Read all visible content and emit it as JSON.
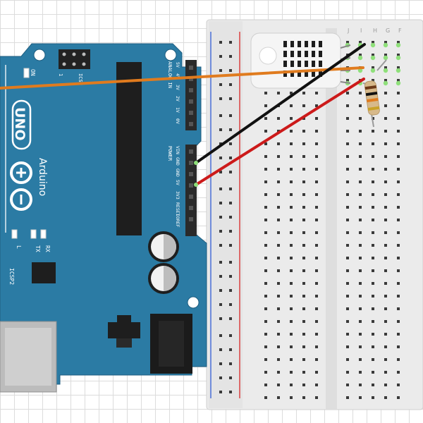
{
  "board": {
    "model_label": "UNO",
    "brand_label": "Arduino",
    "on_label": "ON",
    "icsp_label": "ICSP",
    "icsp2_label": "ICSP2",
    "l_label": "L",
    "tx_label": "TX",
    "rx_label": "RX",
    "power_header": "POWER",
    "analog_header": "ANALOG IN",
    "analog_pins": [
      "5V",
      "4V",
      "3V",
      "2V",
      "1V",
      "0V"
    ],
    "power_pins": [
      "VIN",
      "GND",
      "GND",
      "5V",
      "3V3",
      "RESET",
      "IOREF"
    ],
    "num_1": "1",
    "color": "#2b7ba4"
  },
  "wires": [
    {
      "name": "orange-signal-wire",
      "color": "#e07b1e"
    },
    {
      "name": "black-ground-wire",
      "color": "#111111"
    },
    {
      "name": "red-power-wire",
      "color": "#cc1a1a"
    }
  ],
  "breadboard": {
    "column_letters": [
      "J",
      "I",
      "H",
      "G",
      "F"
    ],
    "color": "#e9e9e9",
    "rail_red": "#d94040",
    "rail_blue": "#4a6fd6",
    "highlight": "#8fe07a"
  },
  "sensor": {
    "color": "#f4f4f4"
  },
  "resistor": {
    "color": "#d7b98a"
  }
}
